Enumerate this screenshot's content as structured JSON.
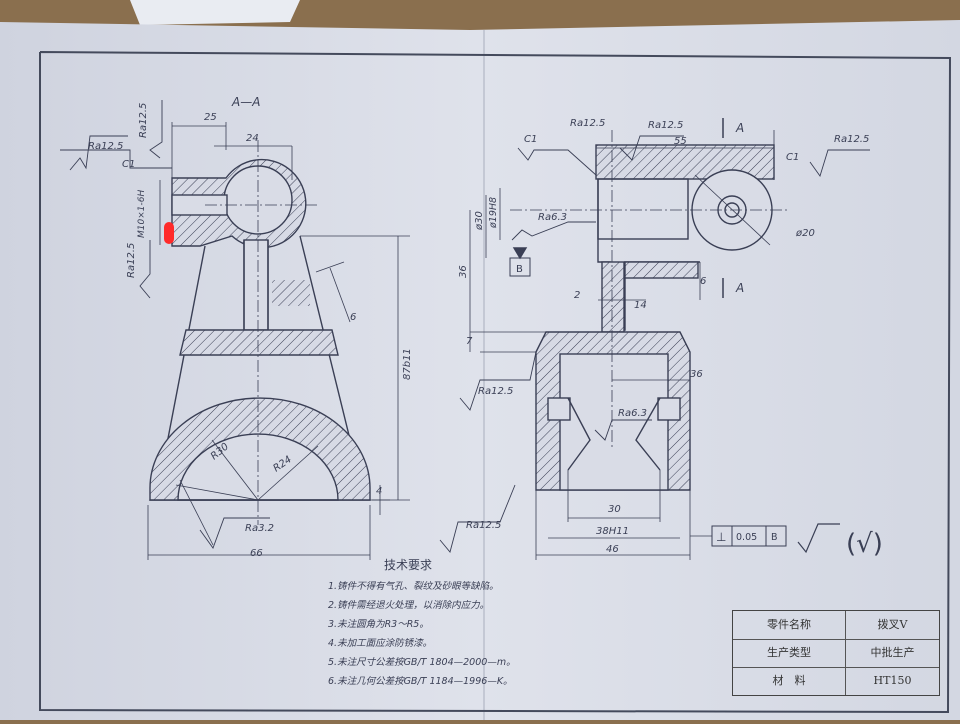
{
  "view_label": "A—A",
  "section_marks": [
    "A",
    "A"
  ],
  "left_view": {
    "dims": {
      "d25": "25",
      "d24": "24",
      "thread": "M10×1-6H",
      "c1": "C1",
      "ra_left": "Ra12.5",
      "ra_top": "Ra12.5",
      "ra_side": "Ra12.5",
      "d6": "6",
      "d87": "87b11",
      "r30": "R30",
      "r24": "R24",
      "d4": "4",
      "ra32": "Ra3.2",
      "d66": "66"
    }
  },
  "right_view": {
    "dims": {
      "c1a": "C1",
      "ra_a": "Ra12.5",
      "ra_b": "Ra12.5",
      "d55": "55",
      "c1b": "C1",
      "ra_c": "Ra12.5",
      "phi30": "ø30",
      "phi19": "ø19H8",
      "ra63": "Ra6.3",
      "phi20": "ø20",
      "d36": "36",
      "datum": "B",
      "d2": "2",
      "d14": "14",
      "d6": "6",
      "d7": "7",
      "d36b": "36",
      "ra_d": "Ra12.5",
      "ra63b": "Ra6.3",
      "d30": "30",
      "d38": "38H11",
      "d46": "46",
      "ra_e": "Ra12.5"
    }
  },
  "tolerance": {
    "symbol": "⊥",
    "value": "0.05",
    "datum": "B"
  },
  "rough_note": "(√)",
  "tech_req": {
    "heading": "技术要求",
    "lines": [
      "1.铸件不得有气孔、裂纹及砂眼等缺陷。",
      "2.铸件需经退火处理，以消除内应力。",
      "3.未注圆角为R3～R5。",
      "4.未加工面应涂防锈漆。",
      "5.未注尺寸公差按GB/T 1804—2000—m。",
      "6.未注几何公差按GB/T 1184—1996—K。"
    ]
  },
  "title_block": {
    "rows": [
      {
        "key": "零件名称",
        "value": "拨叉V"
      },
      {
        "key": "生产类型",
        "value": "中批生产"
      },
      {
        "key": "材　料",
        "value": "HT150"
      }
    ]
  },
  "colors": {
    "paper": "#d9dce6",
    "ink": "#3a3f55",
    "highlight": "#ff2a2a",
    "table": "#8a6f4e"
  }
}
